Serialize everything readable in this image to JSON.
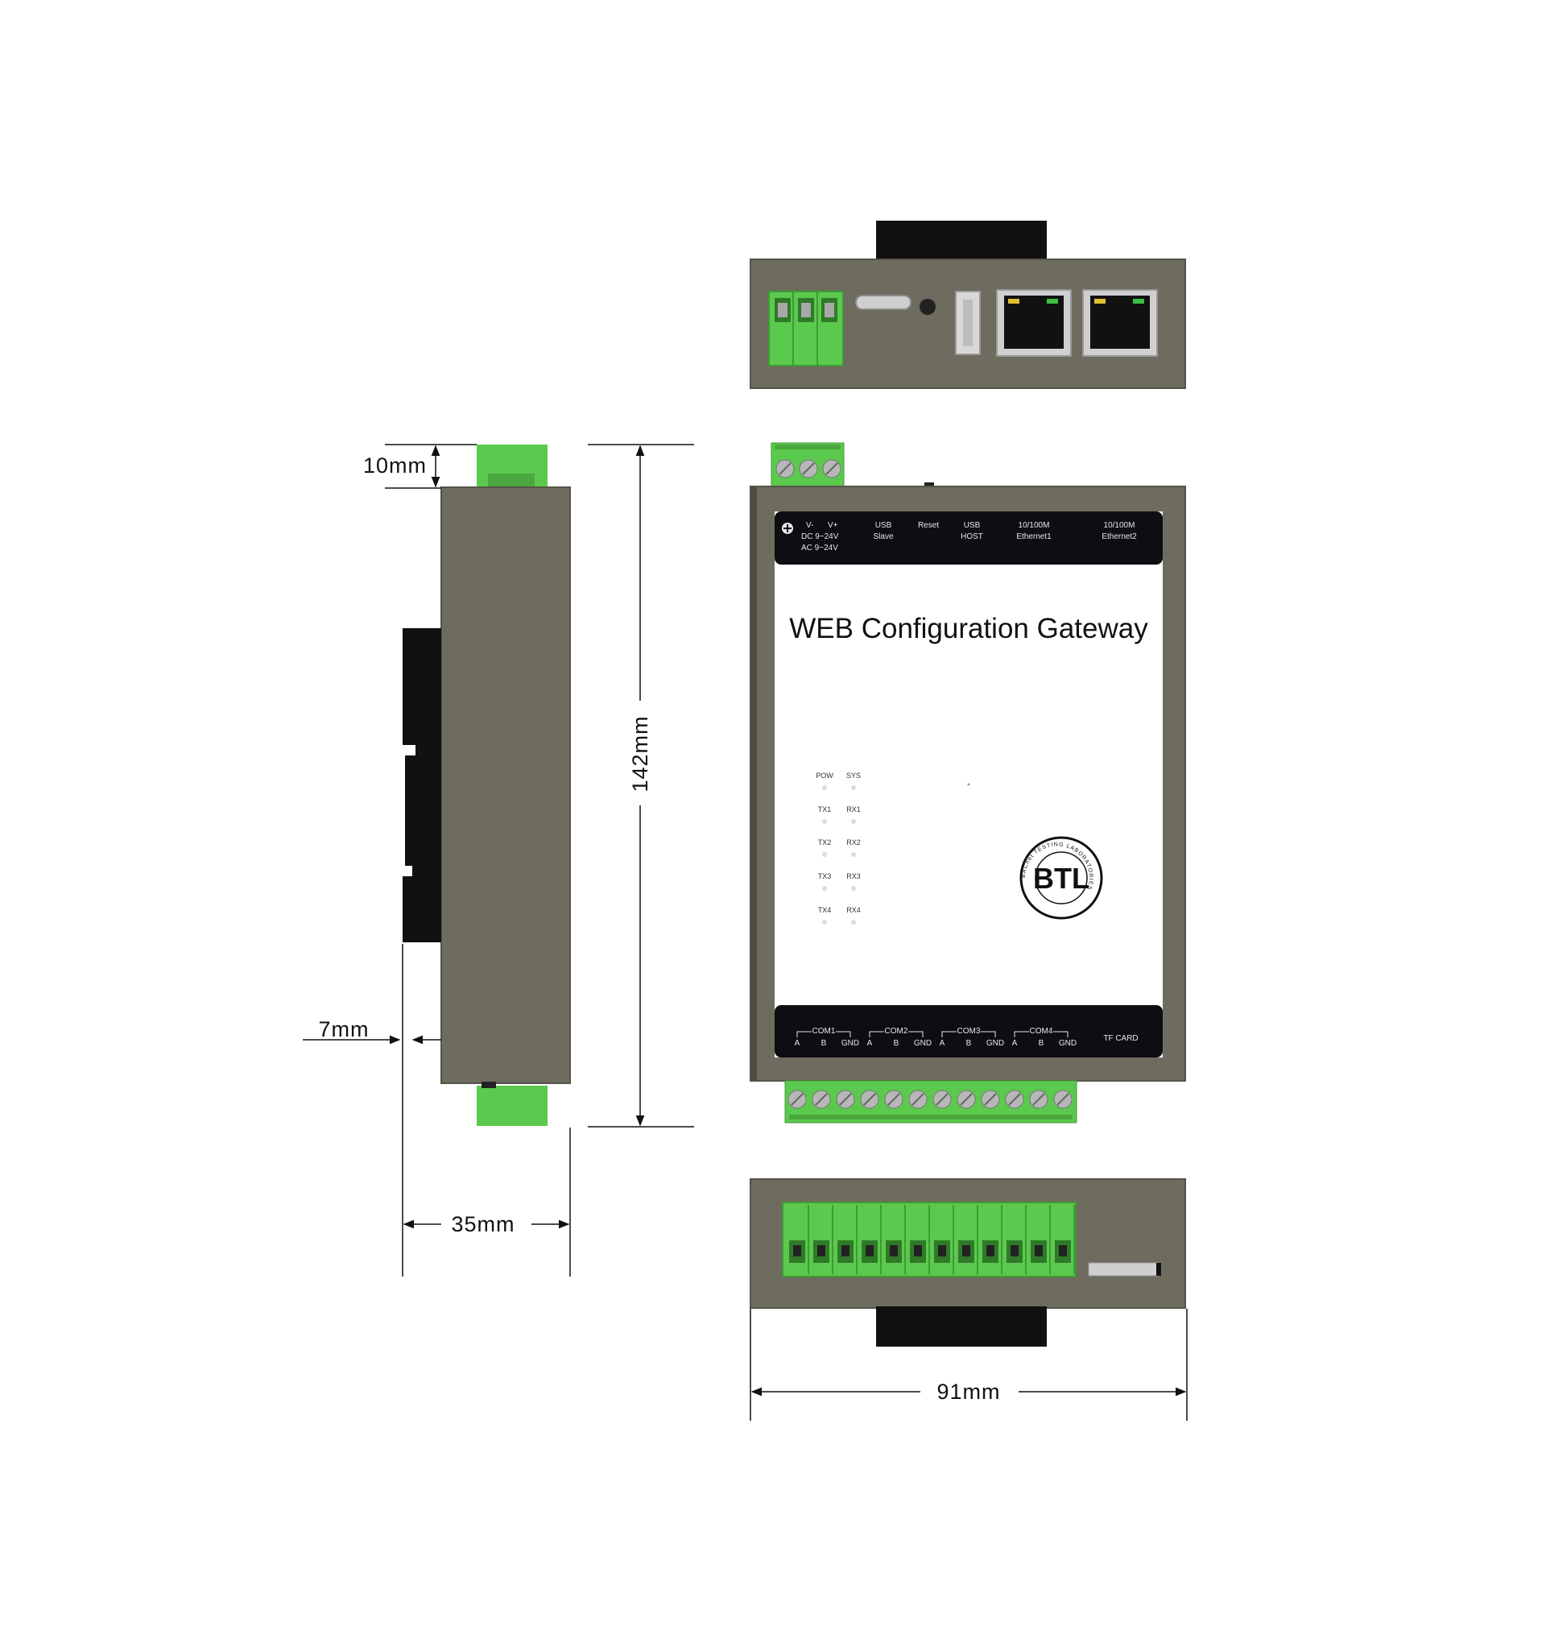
{
  "dimensions": {
    "terminal_height": "10mm",
    "rail_depth": "7mm",
    "height": "142mm",
    "depth": "35mm",
    "width": "91mm"
  },
  "front_panel": {
    "title": "WEB Configuration Gateway",
    "header_labels": {
      "power_v_minus": "V-",
      "power_v_plus": "V+",
      "power_dc": "DC 9~24V",
      "power_ac": "AC 9~24V",
      "usb_slave_1": "USB",
      "usb_slave_2": "Slave",
      "reset": "Reset",
      "usb_host_1": "USB",
      "usb_host_2": "HOST",
      "eth1_1": "10/100M",
      "eth1_2": "Ethernet1",
      "eth2_1": "10/100M",
      "eth2_2": "Ethernet2"
    },
    "led_labels": {
      "pow": "POW",
      "sys": "SYS",
      "tx1": "TX1",
      "rx1": "RX1",
      "tx2": "TX2",
      "rx2": "RX2",
      "tx3": "TX3",
      "rx3": "RX3",
      "tx4": "TX4",
      "rx4": "RX4"
    },
    "ports": [
      {
        "name": "COM1",
        "a": "A",
        "b": "B",
        "gnd": "GND"
      },
      {
        "name": "COM2",
        "a": "A",
        "b": "B",
        "gnd": "GND"
      },
      {
        "name": "COM3",
        "a": "A",
        "b": "B",
        "gnd": "GND"
      },
      {
        "name": "COM4",
        "a": "A",
        "b": "B",
        "gnd": "GND"
      }
    ],
    "tf_card": "TF CARD",
    "seal": {
      "letters": "BTL",
      "ring_text": "BACnet TESTING LABORATORIES"
    }
  },
  "colors": {
    "housing": "#6e6c5e",
    "terminal_green": "#57c94a",
    "panel_black": "#0d0d12",
    "label_white": "#ffffff"
  }
}
